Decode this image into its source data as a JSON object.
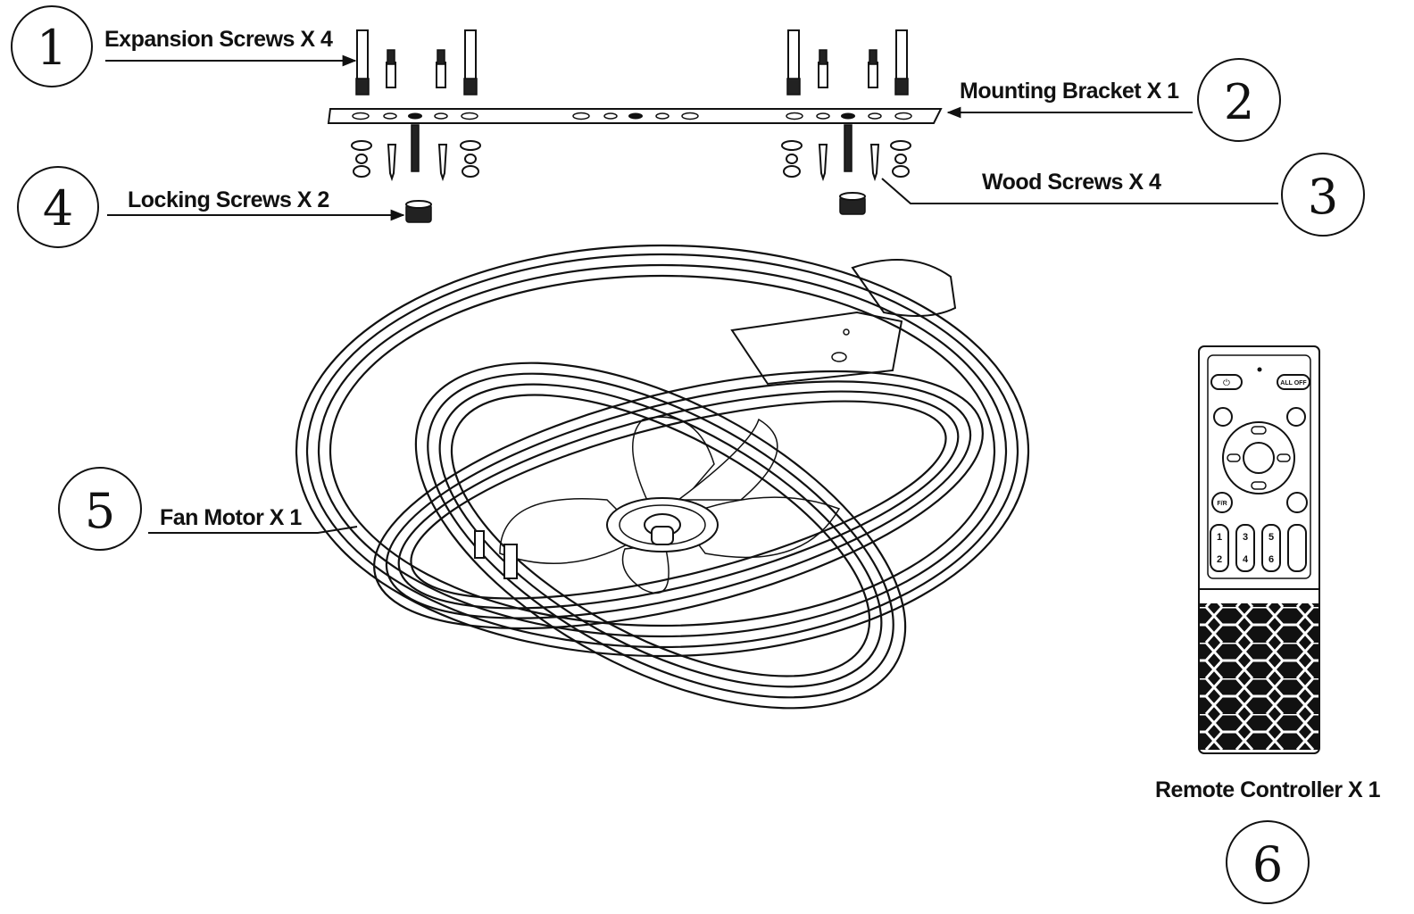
{
  "callouts": [
    {
      "number": "1",
      "label": "Expansion Screws X 4"
    },
    {
      "number": "2",
      "label": "Mounting Bracket X 1"
    },
    {
      "number": "3",
      "label": "Wood Screws X 4"
    },
    {
      "number": "4",
      "label": "Locking Screws X 2"
    },
    {
      "number": "5",
      "label": "Fan Motor X 1"
    },
    {
      "number": "6",
      "label": "Remote Controller X 1"
    }
  ],
  "remote": {
    "buttons": [
      "ALL OFF",
      "F/R",
      "1",
      "2",
      "3",
      "4",
      "5",
      "6"
    ]
  }
}
